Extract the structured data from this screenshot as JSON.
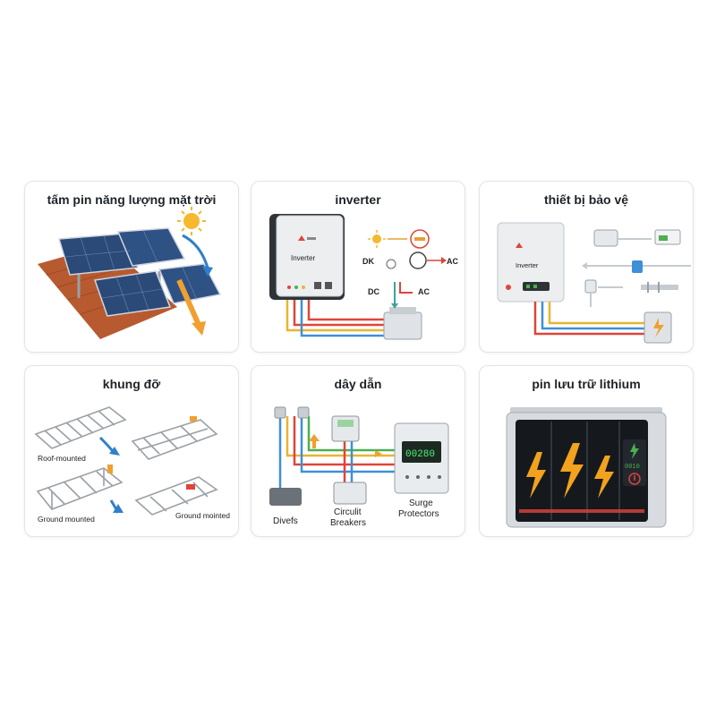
{
  "cards": [
    {
      "title": "tấm pin năng lượng mặt trời"
    },
    {
      "title": "inverter",
      "device_label": "Inverter",
      "labels": {
        "dc_top": "DK",
        "ac_top": "AC",
        "dc_bottom": "DC",
        "ac_bottom": "AC"
      }
    },
    {
      "title": "thiết bị bảo vệ",
      "device_label": "Inverter"
    },
    {
      "title": "khung đỡ",
      "labels": {
        "roof": "Roof-mounted",
        "ground_left": "Ground mounted",
        "ground_right": "Ground mointed"
      }
    },
    {
      "title": "dây dẫn",
      "display_value": "00280",
      "labels": {
        "devices": "Divefs",
        "breakers_1": "Circulit",
        "breakers_2": "Breakers",
        "surge_1": "Surge",
        "surge_2": "Protectors"
      }
    },
    {
      "title": "pin lưu trữ lithium",
      "display_value": "0010"
    }
  ],
  "colors": {
    "wire_red": "#e0443a",
    "wire_blue": "#3f8fd6",
    "wire_yellow": "#e8b530",
    "wire_green": "#4caf50",
    "arrow_blue": "#2f80c8",
    "arrow_orange": "#f0a030",
    "panel": "#2b4a78",
    "roof": "#b85a30"
  }
}
